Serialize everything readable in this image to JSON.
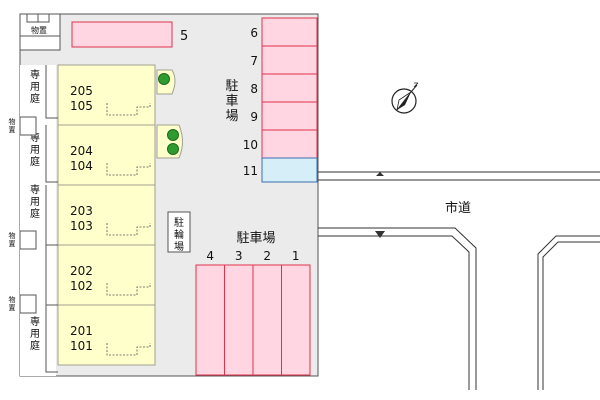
{
  "colors": {
    "background": "#ffffff",
    "lot": "#ebebeb",
    "unit_fill": "#ffffcc",
    "unit_stroke": "#a0a090",
    "parking_fill": "#ffd6e2",
    "parking_stroke": "#e0304a",
    "highlight_fill": "#d6eef8",
    "highlight_stroke": "#3a6fb0",
    "tree": "#2e9b2e",
    "road_line": "#333333"
  },
  "storage_label": "物置",
  "garden_label": "専用庭",
  "bicycle_label": "駐輪場",
  "parking_label": "駐車場",
  "road_label": "市道",
  "north_icon": "north-arrow-icon",
  "units": [
    {
      "upper": "205",
      "lower": "105"
    },
    {
      "upper": "204",
      "lower": "104"
    },
    {
      "upper": "203",
      "lower": "103"
    },
    {
      "upper": "202",
      "lower": "102"
    },
    {
      "upper": "201",
      "lower": "101"
    }
  ],
  "parking_top": {
    "label": "5"
  },
  "parking_right": [
    {
      "label": "6"
    },
    {
      "label": "7"
    },
    {
      "label": "8"
    },
    {
      "label": "9"
    },
    {
      "label": "10"
    },
    {
      "label": "11",
      "highlight": true
    }
  ],
  "parking_bottom": [
    {
      "label": "4"
    },
    {
      "label": "3"
    },
    {
      "label": "2"
    },
    {
      "label": "1"
    }
  ]
}
